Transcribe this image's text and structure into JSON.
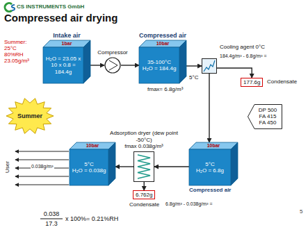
{
  "diagram": {
    "title": "Compressed air drying",
    "nodes": [
      {
        "text": [
          "Intake air",
          "1bar",
          "H₂O = 23.05 x 10 x 0.8 = 184.4g"
        ]
      },
      {
        "text": [
          "Compressor"
        ]
      },
      {
        "text": [
          "Compressed air",
          "10bar",
          "35-100°C",
          "H₂O = 184.4g"
        ]
      },
      {
        "text": [
          "Cooling agent 0°C"
        ]
      },
      {
        "text": [
          "177.6g"
        ]
      },
      {
        "text": [
          "Summer"
        ]
      },
      {
        "text": [
          "DP 500 FA 415 FA 450"
        ]
      },
      {
        "text": [
          "10bar",
          "5°C",
          "H₂O = 0.038g"
        ]
      },
      {
        "text": [
          "Adsorption dryer (dew point -50°C)",
          "fmax 0.038g/m³"
        ]
      },
      {
        "text": [
          "6.762g"
        ]
      },
      {
        "text": [
          "10bar",
          "5°C",
          "H₂O = 6.8g",
          "Compressed air"
        ]
      }
    ],
    "edges": [
      {
        "from": 0,
        "to": 1,
        "arrow": "to"
      },
      {
        "from": 1,
        "to": 2,
        "arrow": "to"
      },
      {
        "from": 2,
        "to": 3,
        "arrow": "to"
      },
      {
        "from": 3,
        "to": 4,
        "arrow": "to"
      },
      {
        "from": 3,
        "to": 10,
        "arrow": "to"
      },
      {
        "from": 10,
        "to": 8,
        "arrow": "to"
      },
      {
        "from": 8,
        "to": 9,
        "arrow": "to"
      },
      {
        "from": 8,
        "to": 7,
        "arrow": "to"
      }
    ],
    "labels": [
      "CS INSTRUMENTS GmbH",
      "Summer:",
      "25°C",
      "80%RH",
      "23.05g/m³",
      "5°C",
      "fmax= 6.8g/m³",
      "184.4g/m³ - 6.8g/m³ =",
      "Condensate",
      "6.8g/m³ - 0.038g/m³ =",
      "Condensate",
      "0.038g/m³",
      "User",
      "0.038",
      "17.3",
      "x 100%= 0.21%RH",
      "5"
    ]
  }
}
